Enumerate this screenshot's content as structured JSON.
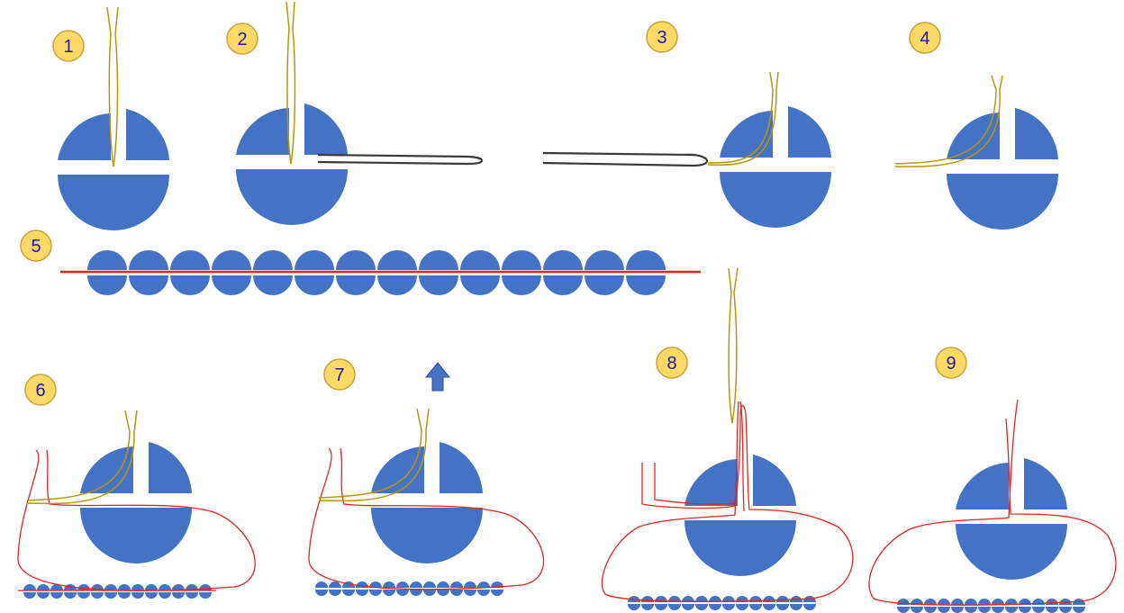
{
  "steps": [
    {
      "label": "1"
    },
    {
      "label": "2"
    },
    {
      "label": "3"
    },
    {
      "label": "4"
    },
    {
      "label": "5"
    },
    {
      "label": "6"
    },
    {
      "label": "7"
    },
    {
      "label": "8"
    },
    {
      "label": "9"
    }
  ],
  "colors": {
    "bead": "#4472c4",
    "badge_fill": "#ffd966",
    "badge_stroke": "#c9a23a",
    "badge_text": "#1a1aa6",
    "gold_thread": "#b8960c",
    "red_thread": "#e8231d",
    "wire": "#3a3a3a"
  },
  "icons": {
    "arrow": "up-arrow-icon"
  }
}
